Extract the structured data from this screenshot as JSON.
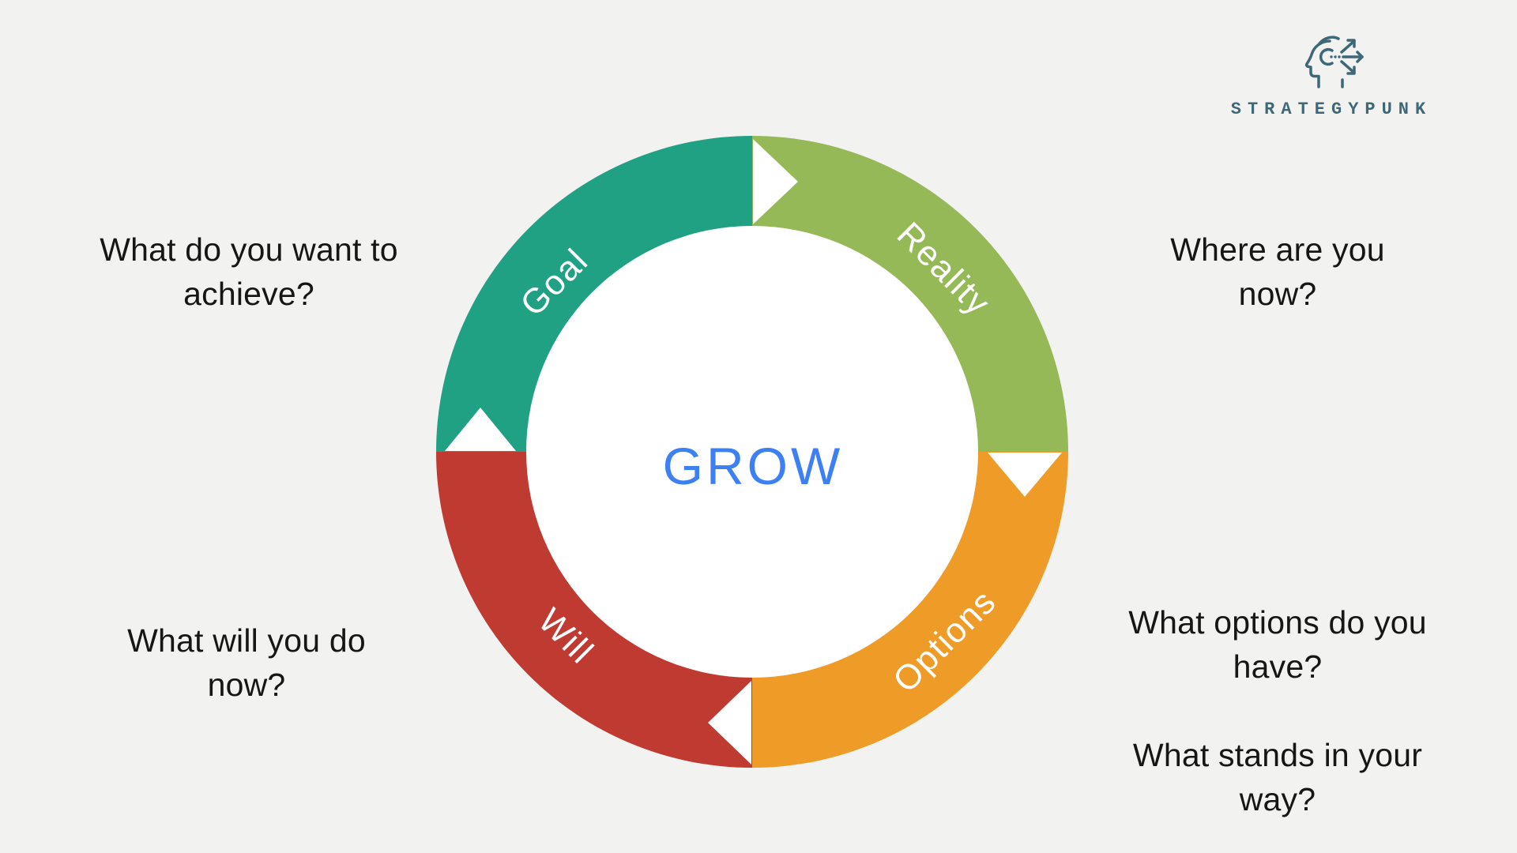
{
  "page": {
    "background_color": "#f2f2f1",
    "center_circle_color": "#ffffff",
    "question_text_color": "#161616"
  },
  "logo": {
    "brand": "STRATEGYPUNK",
    "color": "#3e6878",
    "icon": "head-with-arrows-icon"
  },
  "diagram": {
    "type": "circular-cycle",
    "center_label": "GROW",
    "center_color": "#3c80f4",
    "colors": {
      "goal": "#21a184",
      "reality": "#95b956",
      "options": "#ef9b28",
      "will": "#bf3a31",
      "arrow": "#ffffff"
    },
    "labels": {
      "goal": "Goal",
      "reality": "Reality",
      "options": "Options",
      "will": "Will"
    },
    "flow_direction": "clockwise"
  },
  "questions": {
    "goal": {
      "line1": "What do you want to",
      "line2": "achieve?"
    },
    "reality": {
      "line1": "Where are you",
      "line2": "now?"
    },
    "options": {
      "line1": "What options do you",
      "line2": "have?"
    },
    "obstacles": {
      "line1": "What stands in your",
      "line2": "way?"
    },
    "will": {
      "line1": "What will you do",
      "line2": "now?"
    }
  }
}
